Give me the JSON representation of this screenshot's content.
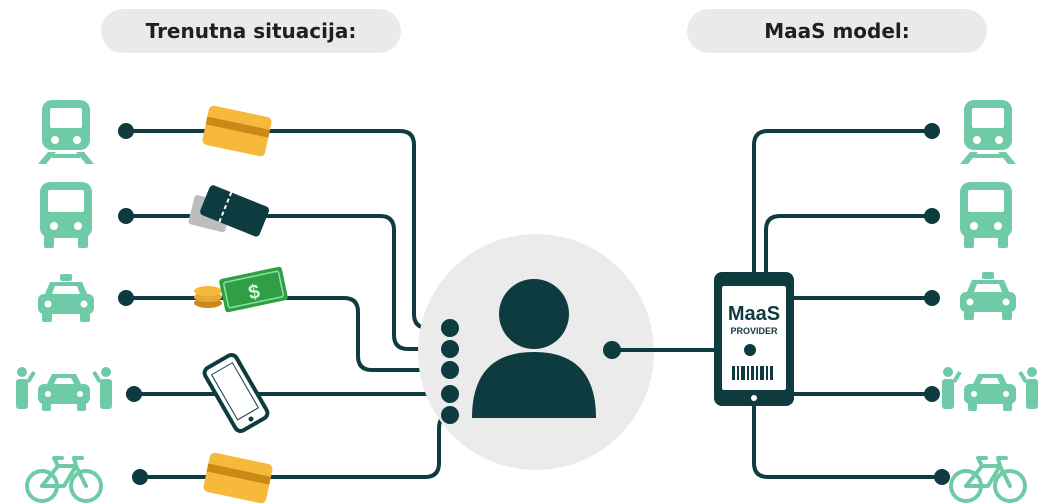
{
  "headings": {
    "current": "Trenutna situacija:",
    "maas": "MaaS model:"
  },
  "phone_screen": {
    "brand": "MaaS",
    "subtitle": "PROVIDER"
  },
  "payment_icons": {
    "money_symbol": "$"
  },
  "colors": {
    "mode_icons": "#6fcaa7",
    "lines": "#0e3b40",
    "card": "#f6b93b",
    "cash": "#2f9e44",
    "pill_bg": "#eaeaea"
  },
  "modes": [
    "train-icon",
    "bus-icon",
    "taxi-icon",
    "carsharing-icon",
    "bike-icon"
  ]
}
